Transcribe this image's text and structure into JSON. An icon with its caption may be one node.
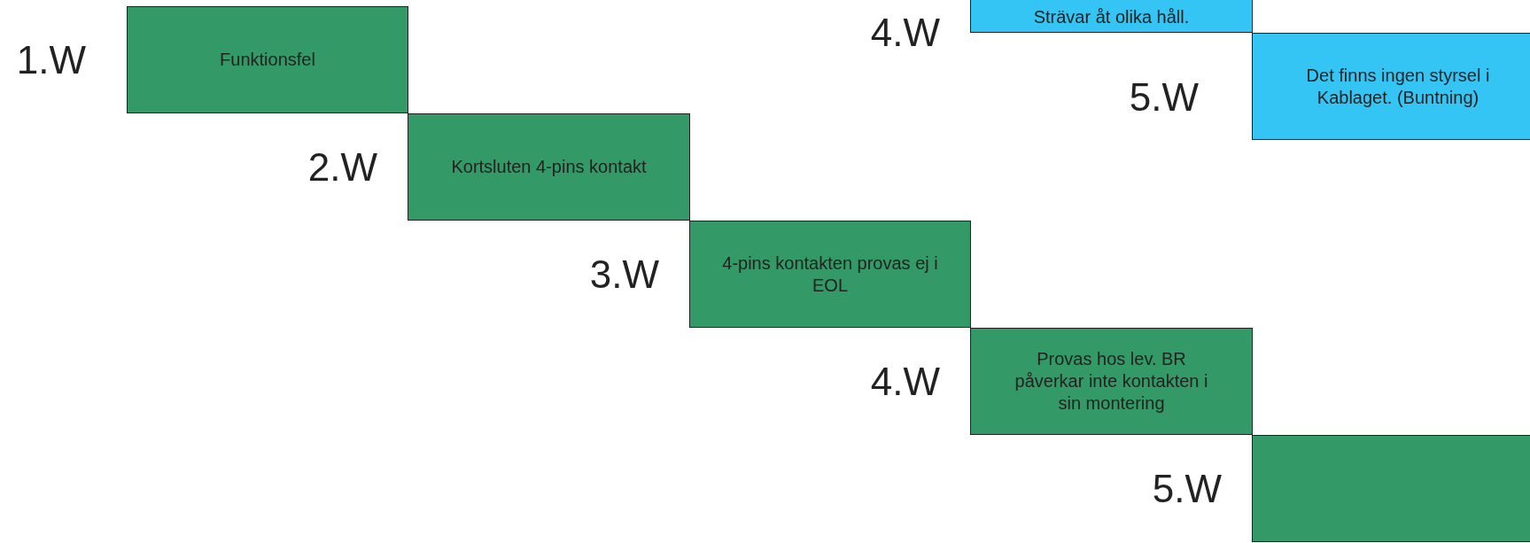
{
  "diagram": {
    "nodes": [
      {
        "text": [
          "Funktionsfel"
        ],
        "beside": [
          "1.W"
        ]
      },
      {
        "text": [
          "Kortsluten 4-pins kontakt"
        ],
        "beside": [
          "2.W"
        ]
      },
      {
        "text": [
          "4-pins kontakten provas ej i EOL"
        ],
        "beside": [
          "3.W"
        ]
      },
      {
        "text": [
          "Provas hos lev. BR påverkar inte kontakten i sin montering"
        ],
        "beside": [
          "4.W"
        ]
      },
      {
        "text": [],
        "shape": "box",
        "beside": [
          "5.W"
        ]
      },
      {
        "text": [
          "Strävar åt olika håll."
        ],
        "beside": [
          "4.W"
        ]
      },
      {
        "text": [
          "Det finns ingen styrsel i Kablaget. (Buntning)"
        ]
      }
    ],
    "labels": [
      "5.W"
    ]
  }
}
